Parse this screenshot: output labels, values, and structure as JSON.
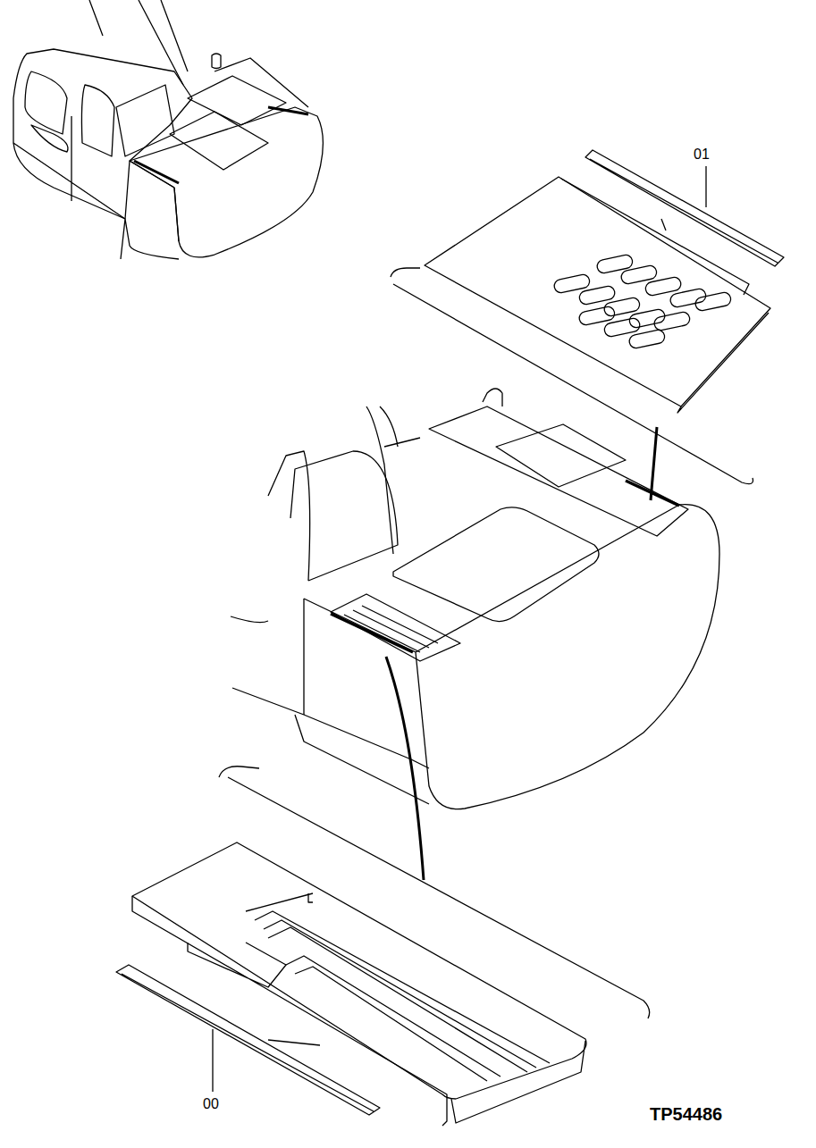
{
  "diagram": {
    "labels": [
      "01",
      "00",
      "TP54486"
    ]
  }
}
